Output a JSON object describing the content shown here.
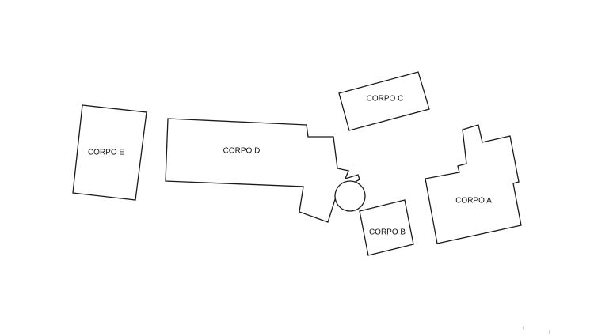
{
  "site_plan": {
    "buildings": [
      {
        "id": "e",
        "label": "CORPO E"
      },
      {
        "id": "d",
        "label": "CORPO D"
      },
      {
        "id": "c",
        "label": "CORPO C"
      },
      {
        "id": "b",
        "label": "CORPO B"
      },
      {
        "id": "a",
        "label": "CORPO A"
      }
    ]
  },
  "colors": {
    "outline": "#1a1a1a",
    "background": "#ffffff"
  }
}
